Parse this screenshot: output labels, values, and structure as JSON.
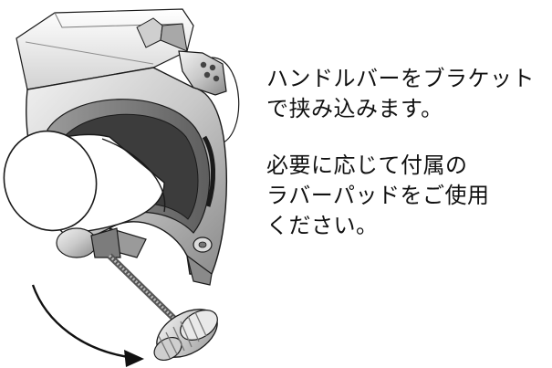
{
  "instructions": {
    "paragraph1": {
      "line1": "ハンドルバーをブラケット",
      "line2": "で挟み込みます。"
    },
    "paragraph2": {
      "line1": "必要に応じて付属の",
      "line2": "ラバーパッドをご使用",
      "line3": "ください。"
    }
  },
  "illustration": {
    "parts": [
      "handlebar",
      "bracket-clamp",
      "clamp-bolt",
      "knurled-knob",
      "rotation-arrow"
    ],
    "colors": {
      "metal_light": "#e6e6e6",
      "metal_mid": "#b8b8b8",
      "metal_dark": "#6e6e6e",
      "outline": "#1a1a1a",
      "bar_fill": "#ffffff"
    }
  }
}
